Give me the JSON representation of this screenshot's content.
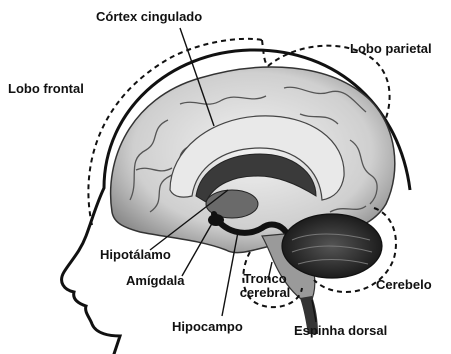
{
  "labels": {
    "cortex_cingulado": "Córtex cingulado",
    "lobo_parietal": "Lobo parietal",
    "lobo_frontal": "Lobo frontal",
    "hipotalamo": "Hipotálamo",
    "amigdala": "Amígdala",
    "tronco_cerebral_line1": "Tronco",
    "tronco_cerebral_line2": "cerebral",
    "cerebelo": "Cerebelo",
    "hipocampo": "Hipocampo",
    "espinha_dorsal": "Espinha dorsal"
  },
  "colors": {
    "ink": "#111111",
    "brain_light": "#e6e6e6",
    "brain_mid": "#bdbdbd",
    "brain_dark": "#2b2b2b"
  }
}
